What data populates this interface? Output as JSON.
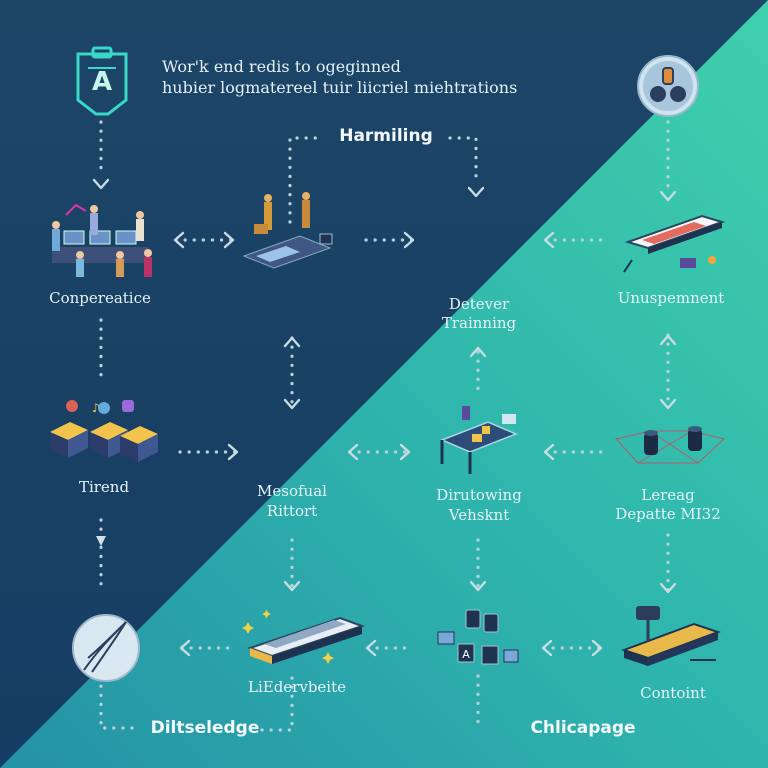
{
  "header": {
    "line1": "Wor'k end redis to ogeginned",
    "line2": "hubier logmatereel tuir liicriel miehtrations"
  },
  "sections": {
    "harmiling": "Harmiling",
    "diltelege": "Diltseledge",
    "chlicapage": "Chlicapage"
  },
  "nodes": {
    "conpereatice": "Conpereatice",
    "unuspement": "Unuspemnent",
    "training_line1": "Detever",
    "training_line2": "Trainning",
    "tirend": "Tirend",
    "mesofual_line1": "Mesofual",
    "mesofual_line2": "Rittort",
    "dirutowing_line1": "Dirutowing",
    "dirutowing_line2": "Vehsknt",
    "lereag_line1": "Lereag",
    "lereag_line2": "Depatte MI32",
    "liedervbeite": "LiEdervbeite",
    "contoint": "Contoint"
  },
  "icons": [
    "clipboard-a-icon",
    "people-workstation-icon",
    "workers-desk-icon",
    "gear-badge-icon",
    "phone-device-icon",
    "cargo-blocks-icon",
    "desk-bench-icon",
    "server-network-icon",
    "feather-circle-icon",
    "conveyor-sparks-icon",
    "a-tiles-icon",
    "cooler-pad-icon"
  ],
  "colors": {
    "bg_dark": "#14395a",
    "bg_teal": "#3bc6aa",
    "dots": "#b7cfd6",
    "accent_cyan": "#38d7c8"
  }
}
